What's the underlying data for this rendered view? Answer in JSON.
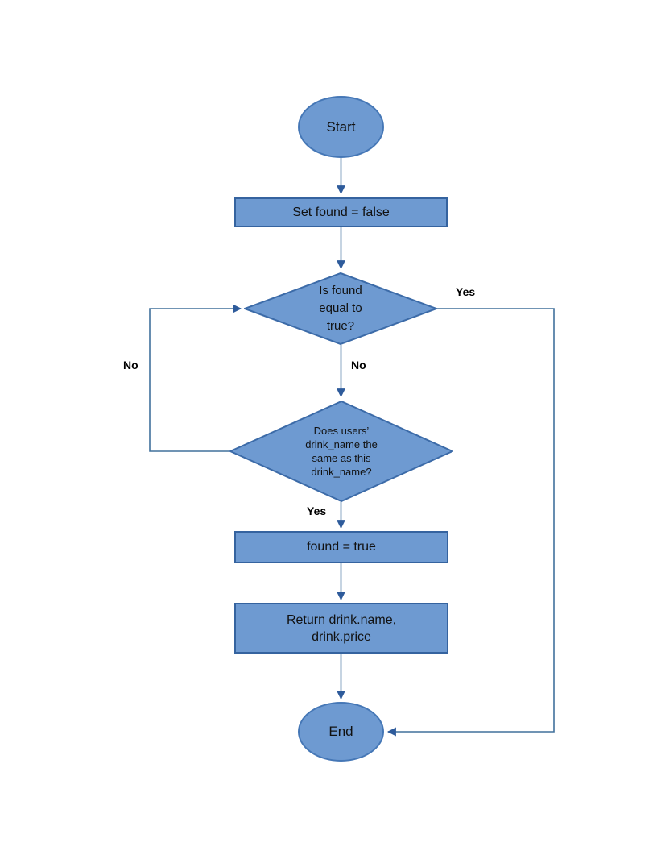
{
  "colors": {
    "shape_fill": "#6e9ad1",
    "shape_border": "#3c6ba8",
    "connector": "#41719c",
    "arrowhead": "#2e5b9b",
    "text": "#111111",
    "background": "#ffffff"
  },
  "nodes": {
    "start": {
      "type": "terminator",
      "label": "Start"
    },
    "set_found": {
      "type": "process",
      "label": "Set found = false"
    },
    "is_found_true": {
      "type": "decision",
      "label": "Is found\nequal to\ntrue?"
    },
    "drink_name_match": {
      "type": "decision",
      "label": "Does users’\ndrink_name the\nsame as this\ndrink_name?"
    },
    "found_true": {
      "type": "process",
      "label": "found = true"
    },
    "return_drink": {
      "type": "process",
      "label": "Return drink.name,\ndrink.price"
    },
    "end": {
      "type": "terminator",
      "label": "End"
    }
  },
  "edge_labels": {
    "yes_right": "Yes",
    "no_down": "No",
    "no_loop": "No",
    "yes_down": "Yes"
  }
}
